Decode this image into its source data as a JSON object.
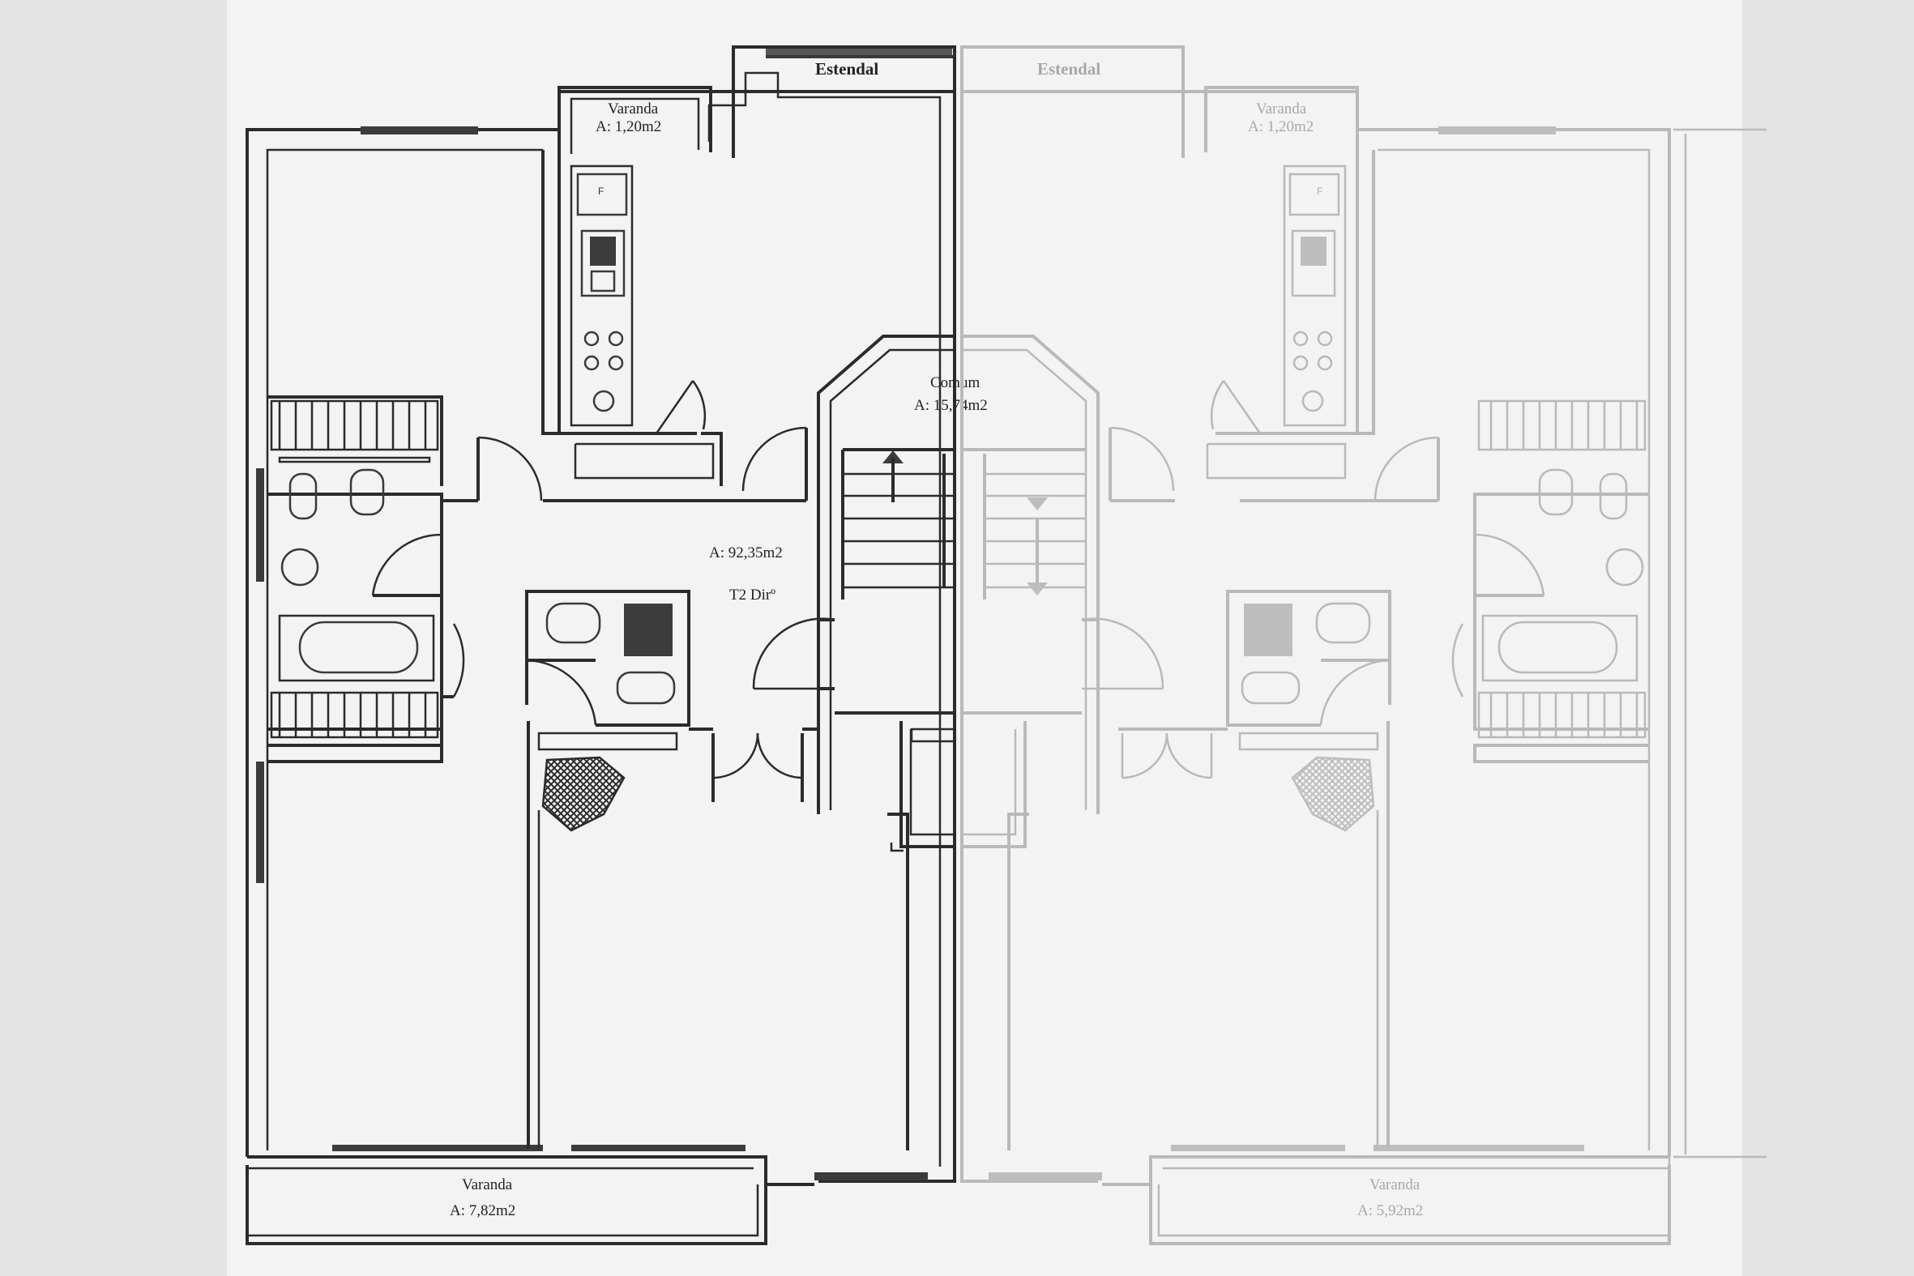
{
  "plan": {
    "left": {
      "estendal": "Estendal",
      "varanda_small": "Varanda",
      "varanda_small_area": "A: 1,20m2",
      "fridge": "F",
      "comum": "Comum",
      "comum_area": "A: 15,74m2",
      "unit_area": "A: 92,35m2",
      "unit_name": "T2 Dirº",
      "varanda_large": "Varanda",
      "varanda_large_area": "A: 7,82m2"
    },
    "right": {
      "estendal": "Estendal",
      "varanda_small": "Varanda",
      "varanda_small_area": "A: 1,20m2",
      "fridge": "F",
      "varanda_large": "Varanda",
      "varanda_large_area": "A: 5,92m2"
    }
  }
}
